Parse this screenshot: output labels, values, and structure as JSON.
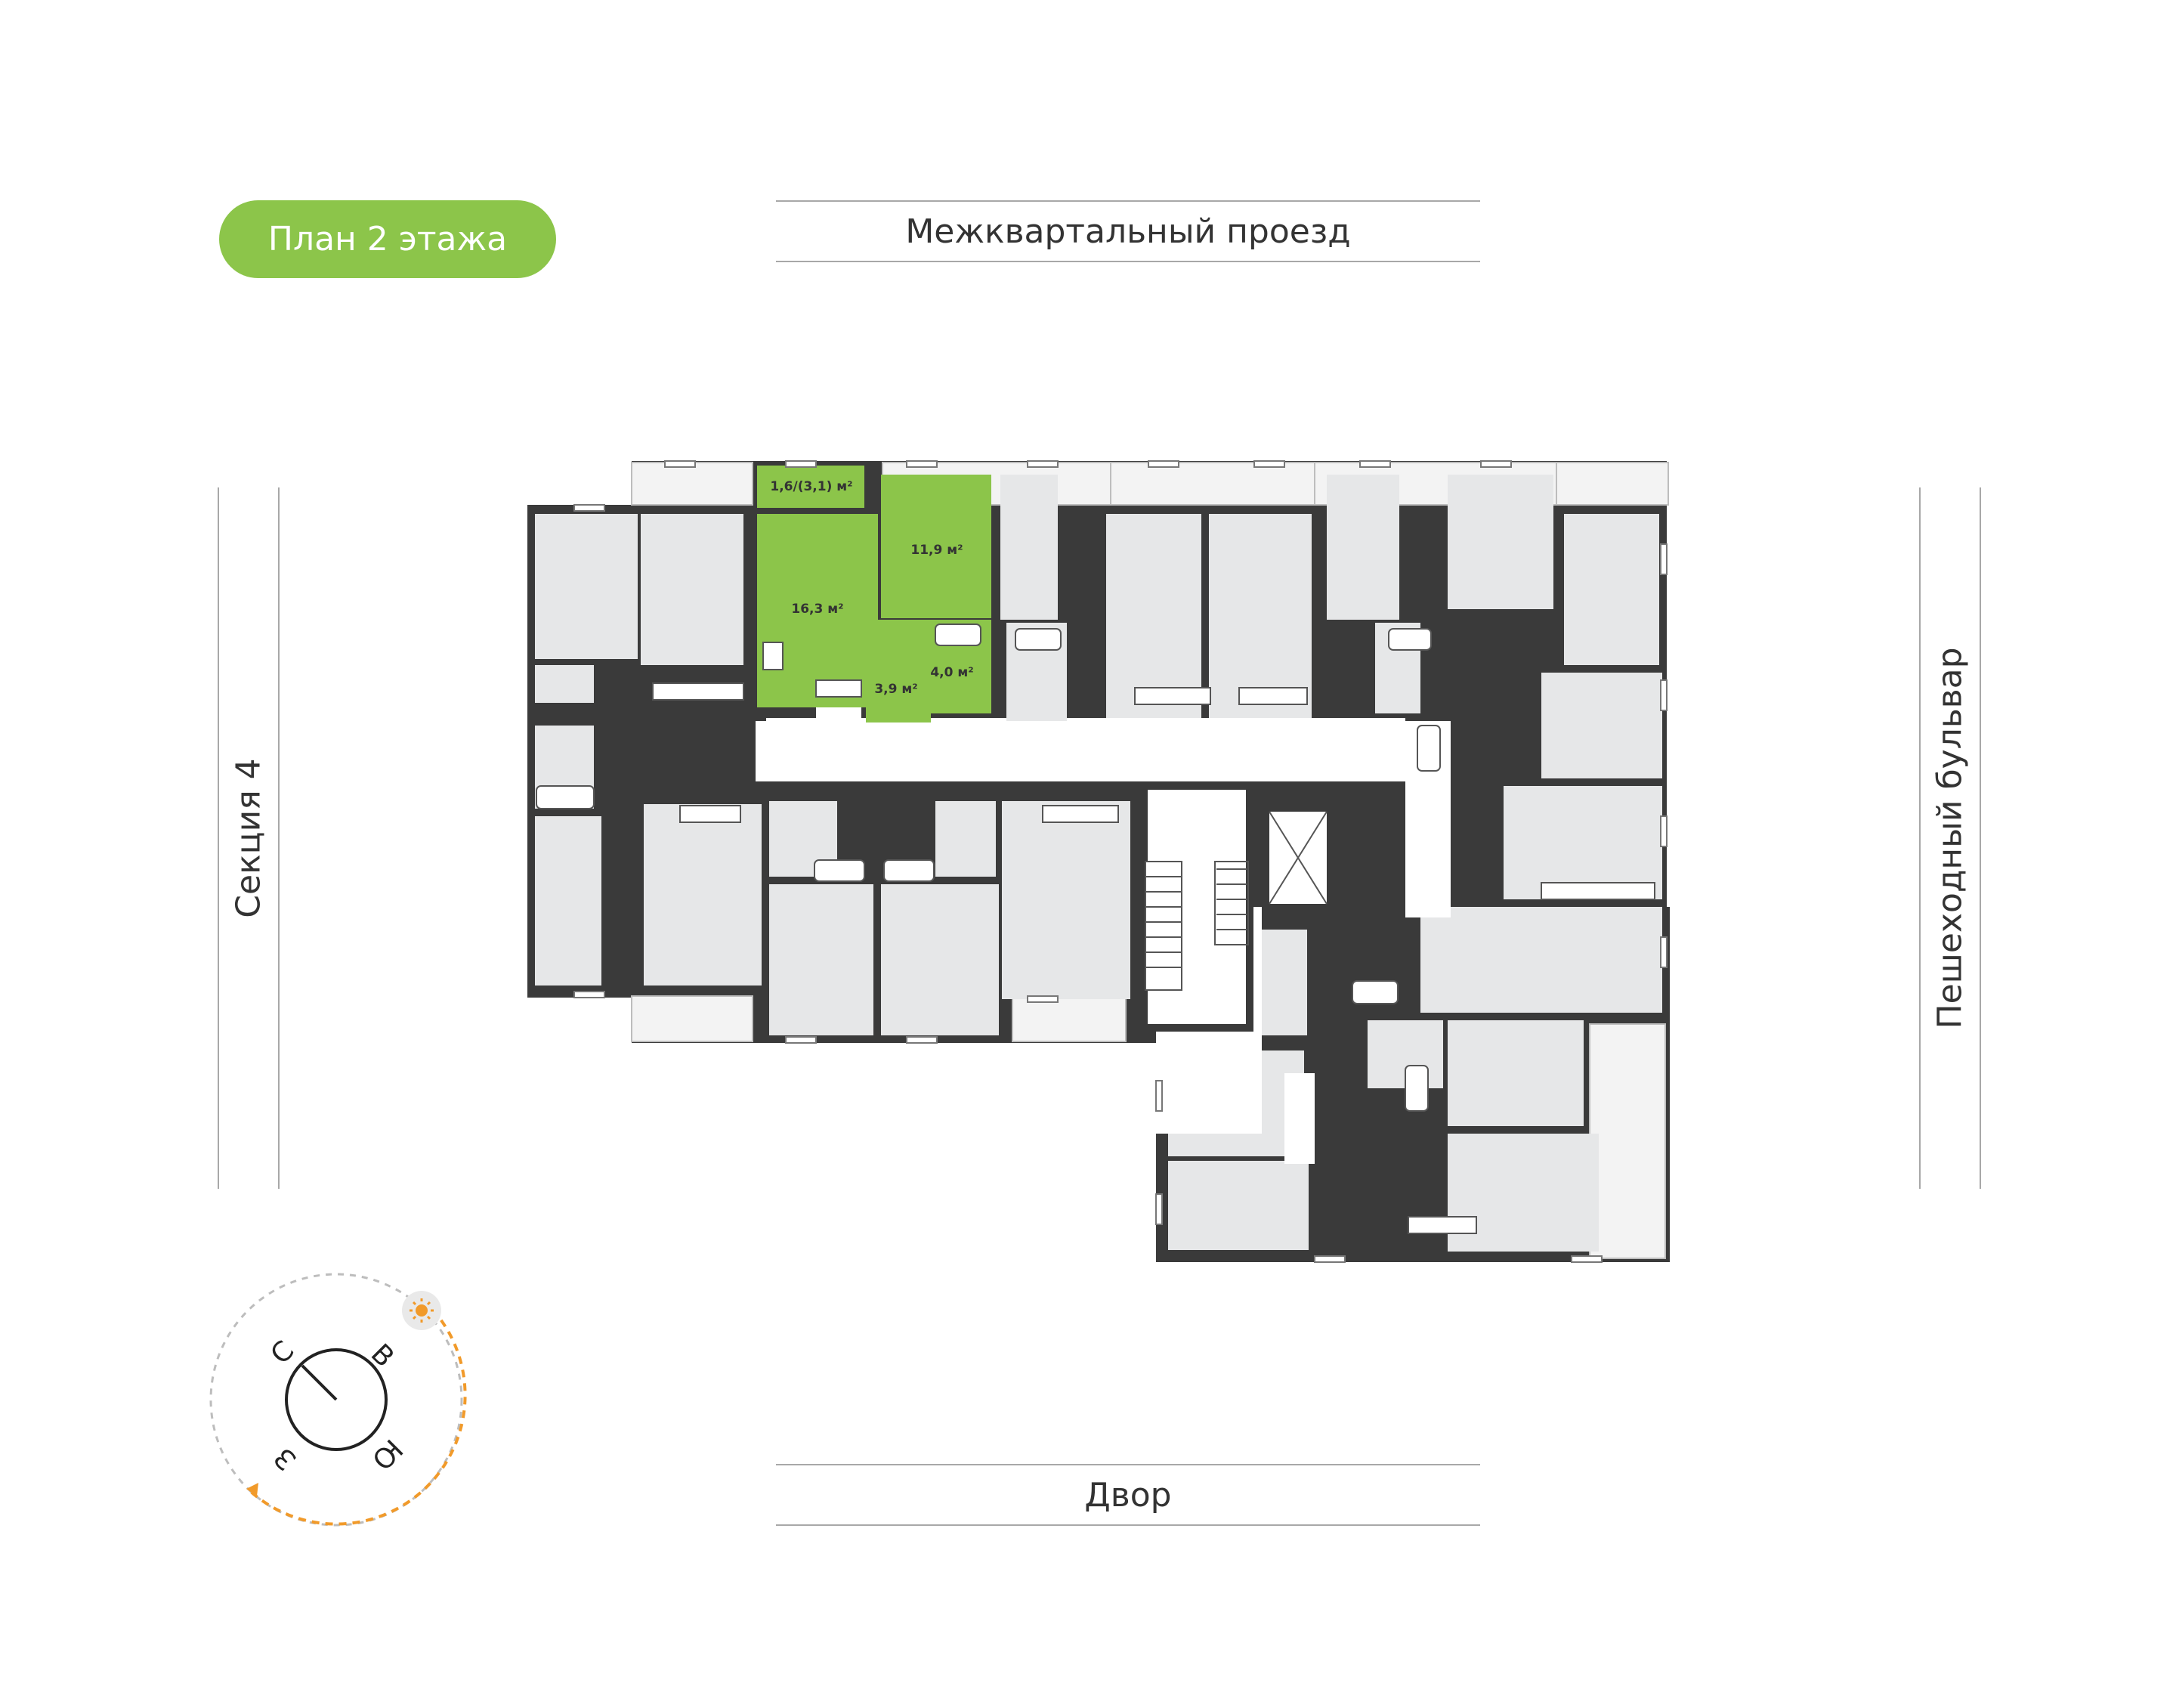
{
  "plan_title": "План 2 этажа",
  "streets": {
    "north": "Межквартальный проезд",
    "south": "Двор",
    "west": "Секция 4",
    "east": "Пешеходный бульвар"
  },
  "highlighted_apartment": {
    "color": "#8cc54a",
    "rooms": {
      "balcony": "1,6/(3,1) м²",
      "room_left": "16,3 м²",
      "room_right": "11,9 м²",
      "bathroom": "4,0 м²",
      "hall": "3,9 м²"
    }
  },
  "compass": {
    "north": "С",
    "east": "В",
    "south": "Ю",
    "west": "З",
    "sun_icon": "sun-icon",
    "path_color": "#f19a2a"
  },
  "colors": {
    "wall": "#3a3a3a",
    "room": "#e6e7e8",
    "corridor": "#ffffff"
  }
}
